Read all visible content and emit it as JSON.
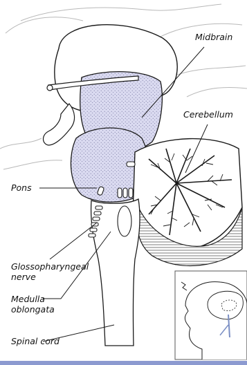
{
  "labels": {
    "midbrain": "Midbrain",
    "cerebellum": "Cerebellum",
    "pons": "Pons",
    "glossopharyngeal_line1": "Glossopharyngeal",
    "glossopharyngeal_line2": "nerve",
    "medulla_line1": "Medulla",
    "medulla_line2": "oblongata",
    "spinal_cord": "Spinal cord"
  },
  "colors": {
    "brainstem_fill": "#d9d9ee",
    "outline": "#1a1a1a",
    "faint_outline": "#b8b8b8",
    "inset_nerve": "#7b8fc4",
    "bottom_bar": "#8c9ad0"
  }
}
